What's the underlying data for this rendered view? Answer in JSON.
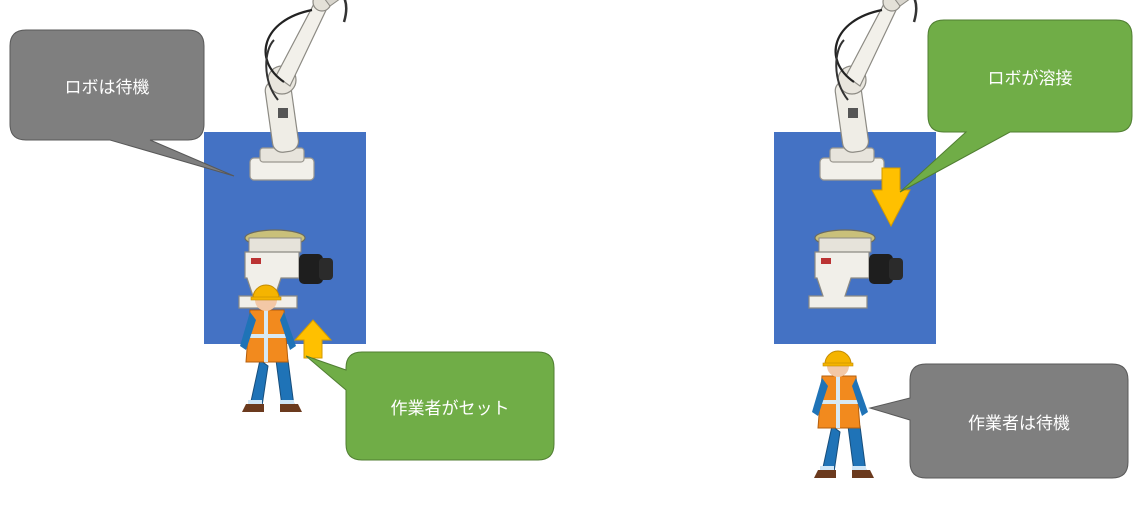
{
  "left_scene": {
    "robot_callout": "ロボは待機",
    "worker_callout": "作業者がセット"
  },
  "right_scene": {
    "robot_callout": "ロボが溶接",
    "worker_callout": "作業者は待機"
  },
  "colors": {
    "cell_blue": "#4472c4",
    "callout_gray": "#7f7f7f",
    "callout_green": "#70ad47",
    "arrow_orange": "#ffc000",
    "vest_orange": "#f28a1e",
    "coverall_blue": "#1f73b7",
    "helmet_yellow": "#f5b400"
  },
  "icons": {
    "robot": "welding-robot-arm-icon",
    "positioner": "welding-positioner-icon",
    "worker": "construction-worker-icon",
    "arrow": "block-arrow-icon"
  }
}
